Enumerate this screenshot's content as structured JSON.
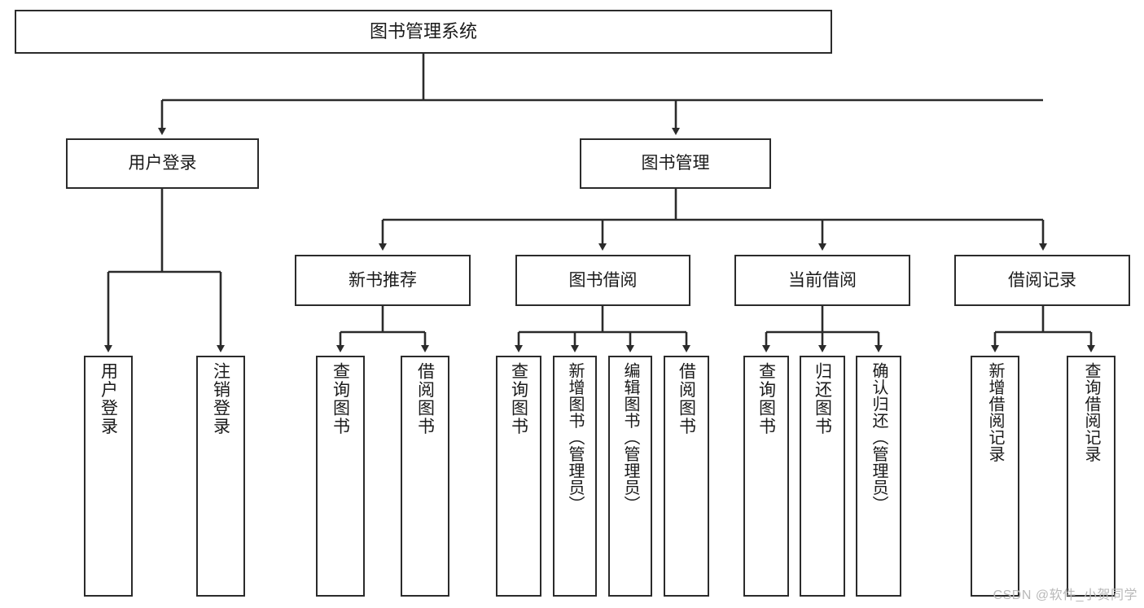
{
  "diagram": {
    "title": "图书管理系统",
    "type": "tree-hierarchy-chart",
    "background_color": "#ffffff",
    "box_border_color": "#2b2b2b",
    "text_color": "#1a1a1a",
    "connector_color": "#2b2b2b"
  },
  "nodes": {
    "root": {
      "label": "图书管理系统"
    },
    "level2": {
      "user_login": {
        "label": "用户登录"
      },
      "book_manage": {
        "label": "图书管理"
      }
    },
    "level3": {
      "new_book_rec": {
        "label": "新书推荐"
      },
      "book_borrow": {
        "label": "图书借阅"
      },
      "current_borrow": {
        "label": "当前借阅"
      },
      "borrow_record": {
        "label": "借阅记录"
      }
    },
    "leaves": {
      "user_login": [
        {
          "label": "用户登录"
        },
        {
          "label": "注销登录"
        }
      ],
      "new_book_rec": [
        {
          "label": "查询图书"
        },
        {
          "label": "借阅图书"
        }
      ],
      "book_borrow": [
        {
          "label": "查询图书"
        },
        {
          "label": "新增图书（管理员）"
        },
        {
          "label": "编辑图书（管理员）"
        },
        {
          "label": "借阅图书"
        }
      ],
      "current_borrow": [
        {
          "label": "查询图书"
        },
        {
          "label": "归还图书"
        },
        {
          "label": "确认归还（管理员）"
        }
      ],
      "borrow_record": [
        {
          "label": "新增借阅记录"
        },
        {
          "label": "查询借阅记录"
        }
      ]
    }
  },
  "watermark": {
    "text": "CSDN @软件_小贺同学"
  }
}
